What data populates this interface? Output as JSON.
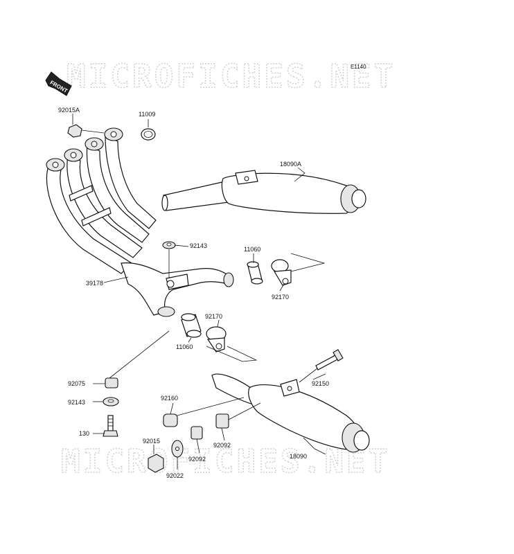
{
  "figure_code": "E1140",
  "watermark": "MICROFICHES.NET",
  "front_marker": "FRONT",
  "parts": [
    {
      "id": "p92015A",
      "number": "92015A"
    },
    {
      "id": "p11009",
      "number": "11009"
    },
    {
      "id": "p18090A",
      "number": "18090A"
    },
    {
      "id": "p92143a",
      "number": "92143"
    },
    {
      "id": "p11060a",
      "number": "11060"
    },
    {
      "id": "p39178",
      "number": "39178"
    },
    {
      "id": "p92170a",
      "number": "92170"
    },
    {
      "id": "p92170b",
      "number": "92170"
    },
    {
      "id": "p11060b",
      "number": "11060"
    },
    {
      "id": "p92075",
      "number": "92075"
    },
    {
      "id": "p92143b",
      "number": "92143"
    },
    {
      "id": "p130",
      "number": "130"
    },
    {
      "id": "p92015",
      "number": "92015"
    },
    {
      "id": "p92022",
      "number": "92022"
    },
    {
      "id": "p92160",
      "number": "92160"
    },
    {
      "id": "p92092a",
      "number": "92092"
    },
    {
      "id": "p92092b",
      "number": "92092"
    },
    {
      "id": "p92150",
      "number": "92150"
    },
    {
      "id": "p18090",
      "number": "18090"
    }
  ]
}
